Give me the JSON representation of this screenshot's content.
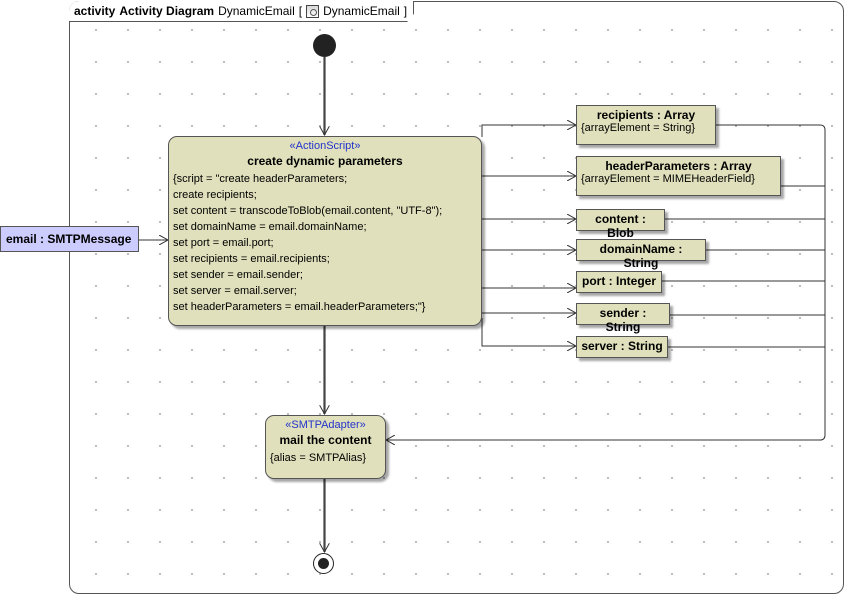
{
  "frame": {
    "kind": "activity",
    "title": "Activity Diagram",
    "diagram_name": "DynamicEmail",
    "owner_icon": "activity-diagram-icon",
    "owner_name": "DynamicEmail"
  },
  "parameter": {
    "label": "email : SMTPMessage"
  },
  "action_script": {
    "stereotype": "«ActionScript»",
    "name": "create dynamic parameters",
    "properties": "{script = \"create headerParameters;\ncreate recipients;\nset content = transcodeToBlob(email.content, \"UTF-8\");\nset domainName = email.domainName;\nset port = email.port;\nset recipients = email.recipients;\nset sender = email.sender;\nset server = email.server;\nset headerParameters = email.headerParameters;\"}"
  },
  "pins": [
    {
      "name": "recipients : Array",
      "property": "{arrayElement = String}"
    },
    {
      "name": "headerParameters : Array",
      "property": "{arrayElement = MIMEHeaderField}"
    },
    {
      "name": "content : Blob"
    },
    {
      "name": "domainName : String"
    },
    {
      "name": "port : Integer"
    },
    {
      "name": "sender : String"
    },
    {
      "name": "server : String"
    }
  ],
  "smtp_adapter": {
    "stereotype": "«SMTPAdapter»",
    "name": "mail the content",
    "properties": "{alias = SMTPAlias}"
  },
  "colors": {
    "action_fill": "#e0e0bc",
    "parameter_fill": "#ccccff",
    "stereotype_text": "#2233cc"
  }
}
